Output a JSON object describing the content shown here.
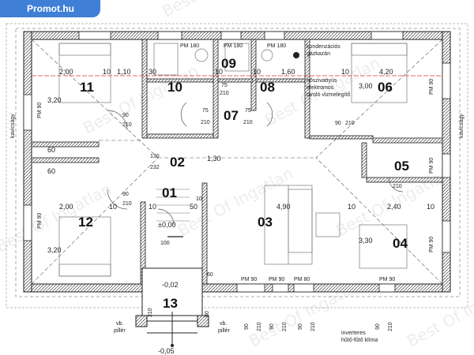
{
  "badge": "Promot.hu",
  "rooms": [
    "11",
    "10",
    "09",
    "08",
    "06",
    "07",
    "02",
    "05",
    "01",
    "12",
    "03",
    "04",
    "13"
  ],
  "dims": {
    "d200a": "2,00",
    "d10a": "10",
    "d110": "1,10",
    "d30a": "30",
    "d10b": "10",
    "d10c": "10",
    "d160": "1,60",
    "d420": "4,20",
    "d320a": "3,20",
    "d60a": "60",
    "d60b": "60",
    "d200b": "2,00",
    "d320b": "3,20",
    "d10d": "10",
    "d490": "4,90",
    "d240": "2,40",
    "d300": "3,00",
    "d330": "3,30",
    "d130": "1,30",
    "d10e": "10",
    "d50": "50",
    "d10f": "10",
    "d10g": "10",
    "d10h": "10"
  },
  "openings": {
    "pm180a": "PM 180",
    "pm180b": "PM 180",
    "pm180c": "PM 180",
    "pm90a": "PM 90",
    "pm90b": "PM 90",
    "pm90c": "PM 90",
    "pm90d": "PM 90",
    "pm90e": "PM 90",
    "pm90f": "PM 90",
    "pm80": "PM 80",
    "pm90g": "PM 90",
    "pm90h": "PM 90"
  },
  "small": {
    "d75a": "75",
    "d210a": "210",
    "d75b": "75",
    "d210b": "210",
    "d75c": "75",
    "d210c": "210",
    "d90a": "90",
    "d210d": "210",
    "d130": "130",
    "d232": "232",
    "d90b": "90",
    "d210e": "210",
    "d10i": "10",
    "d100": "100",
    "d90c": "90",
    "d210f": "210",
    "d60": "60",
    "d210g": "210",
    "d90d": "90",
    "d210h": "210",
    "d90e": "90",
    "d210i": "210",
    "d90f": "90",
    "d210j": "210",
    "d90g": "90",
    "d210k": "210",
    "d90h": "90",
    "d210l": "210"
  },
  "levels": {
    "main": "±0,00",
    "entry": "-0,02",
    "outside": "-0,05"
  },
  "notes": {
    "gas1": "kondenzációs",
    "gas2": "gázkazán",
    "hp1": "hőszivattyús",
    "hp2": "elektromos",
    "hp3": "tároló vízmelegítő",
    "ac1": "inverteres",
    "ac2": "hűtő-fűtő klíma",
    "pillar1a": "vb.",
    "pillar1b": "pillér",
    "pillar2a": "vb.",
    "pillar2b": "pillér",
    "gravel1": "kavicságy",
    "gravel2": "kavicságy"
  },
  "watermarks": [
    "Best Of Ingatlan",
    "Best Of Ingatlan",
    "Best Of Ingatlan",
    "Best Of Ingatlan",
    "Best Of Ingatlan",
    "Best Of Ingatlan",
    "Best Of Ingatlan",
    "Best Of Ingatlan"
  ]
}
